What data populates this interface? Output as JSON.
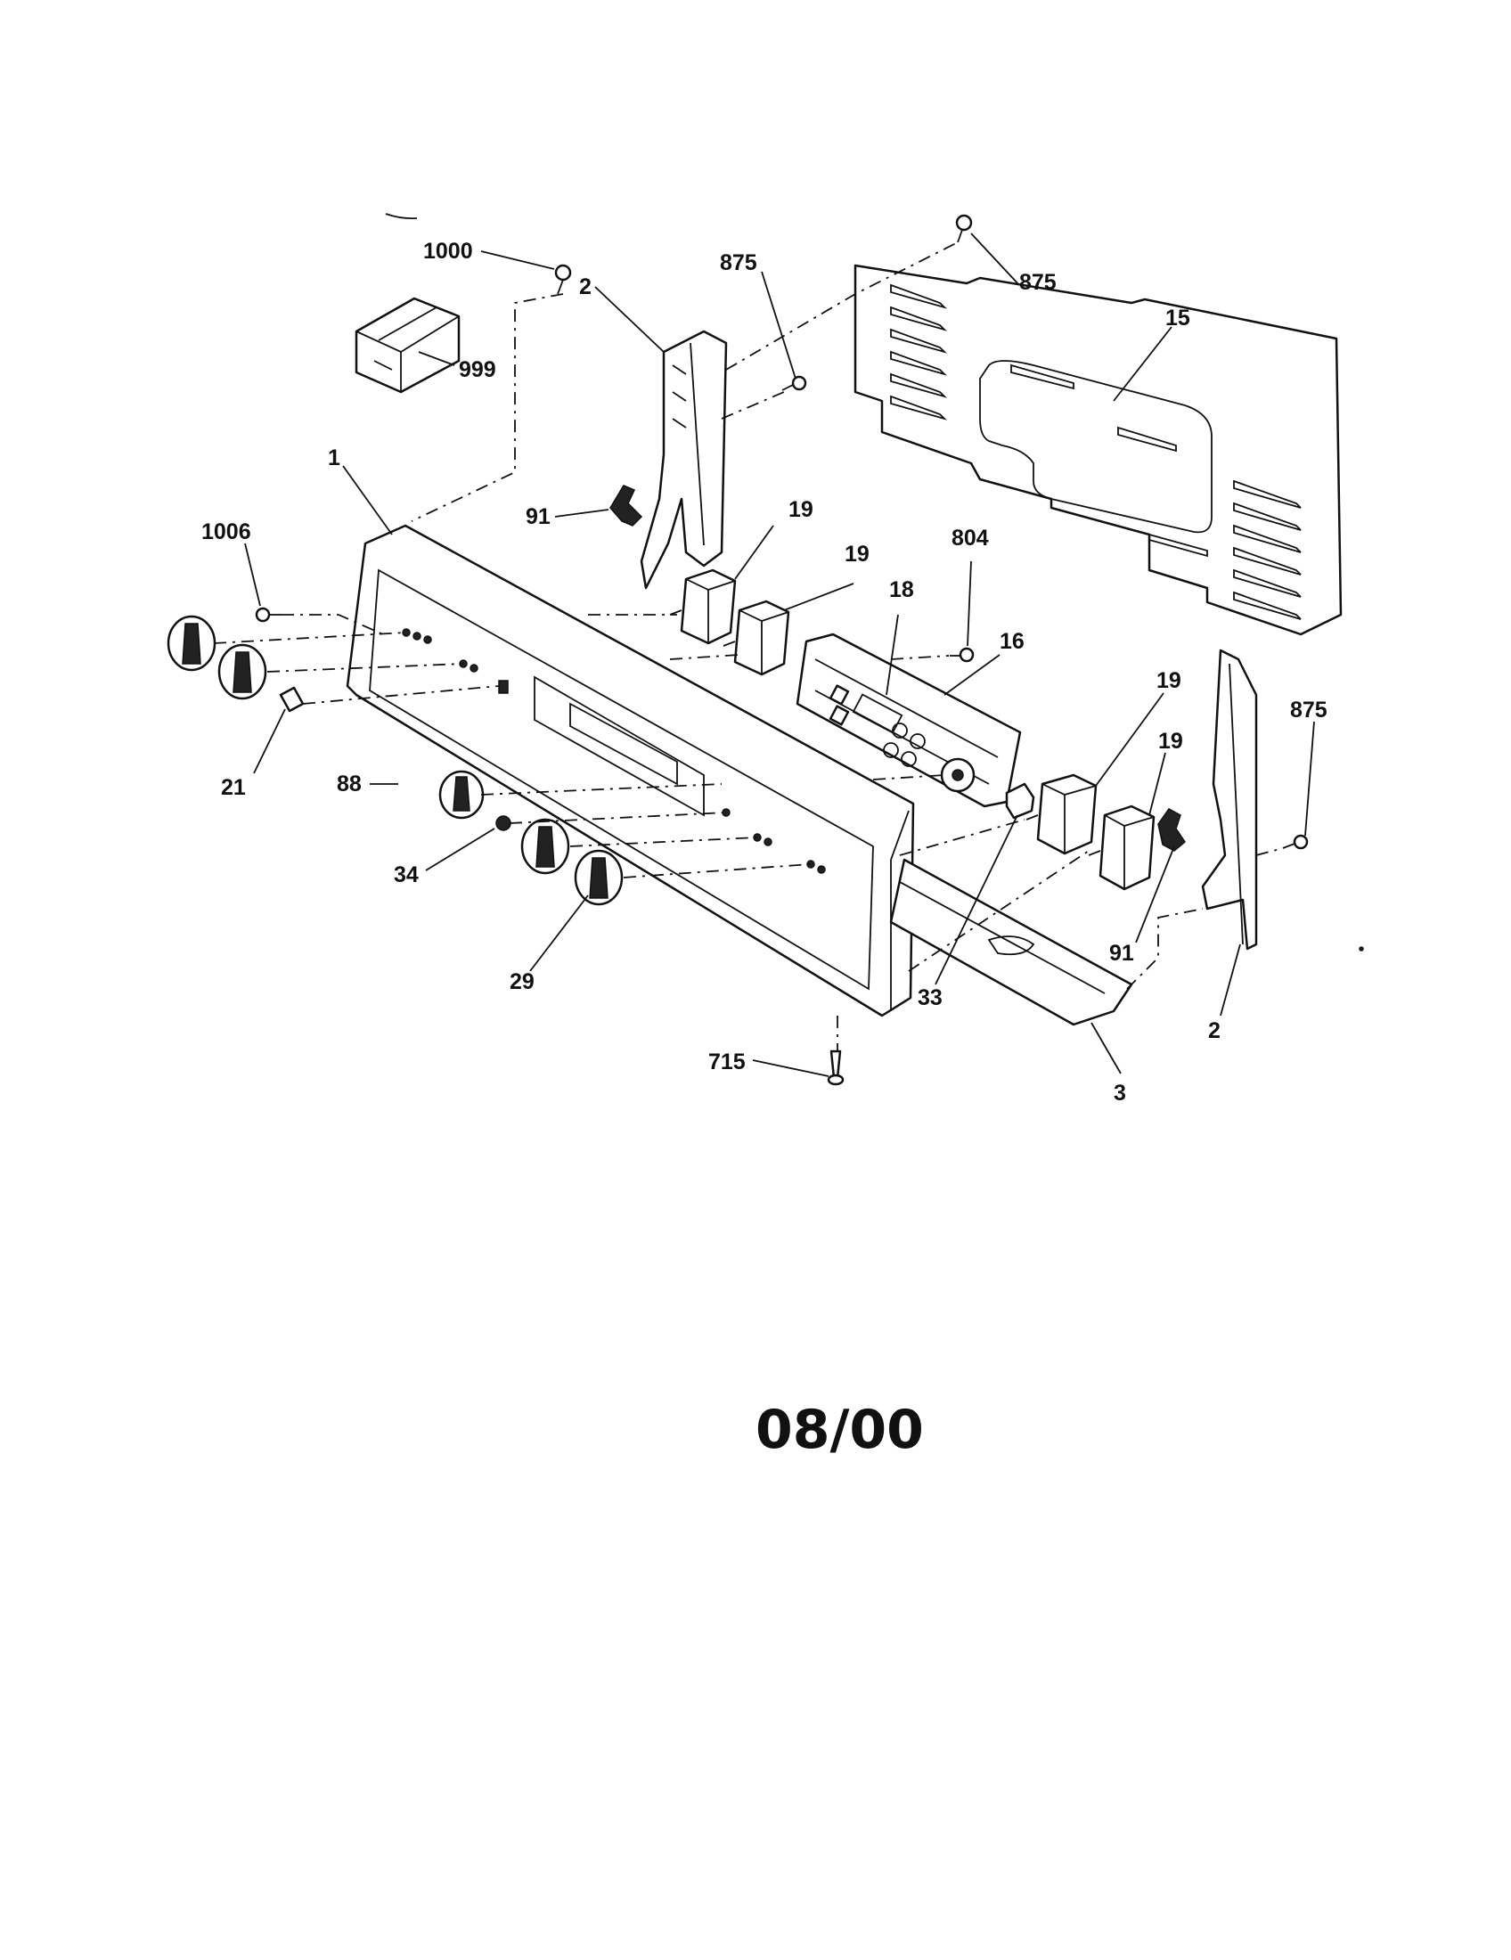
{
  "diagram": {
    "callouts": {
      "c1000": "1000",
      "c2_top": "2",
      "c875_a": "875",
      "c875_b": "875",
      "c15": "15",
      "c999": "999",
      "c1": "1",
      "c91_a": "91",
      "c1006": "1006",
      "c19_a": "19",
      "c19_b": "19",
      "c804": "804",
      "c18": "18",
      "c16": "16",
      "c19_c": "19",
      "c19_d": "19",
      "c875_c": "875",
      "c21": "21",
      "c88": "88",
      "c34": "34",
      "c91_b": "91",
      "c29": "29",
      "c33": "33",
      "c2_bottom": "2",
      "c715": "715",
      "c3": "3"
    },
    "date": "08/00"
  }
}
